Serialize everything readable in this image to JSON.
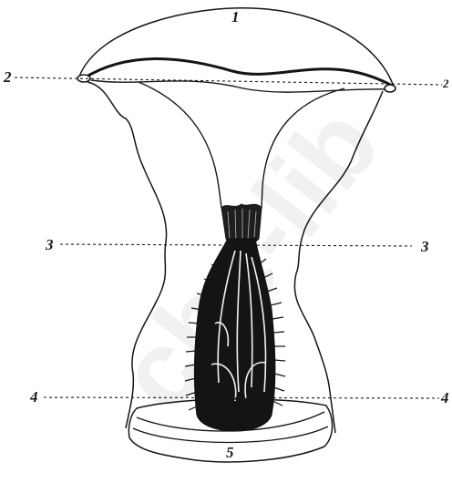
{
  "figure": {
    "labels": {
      "l1": "1",
      "l2_left": "2",
      "l2_right": "2",
      "l3_left": "3",
      "l3_right": "3",
      "l4_left": "4",
      "l4_right": "4",
      "l5": "5"
    },
    "watermark": "che-lib",
    "ink_color": "#151515",
    "paper_color": "#ffffff"
  }
}
